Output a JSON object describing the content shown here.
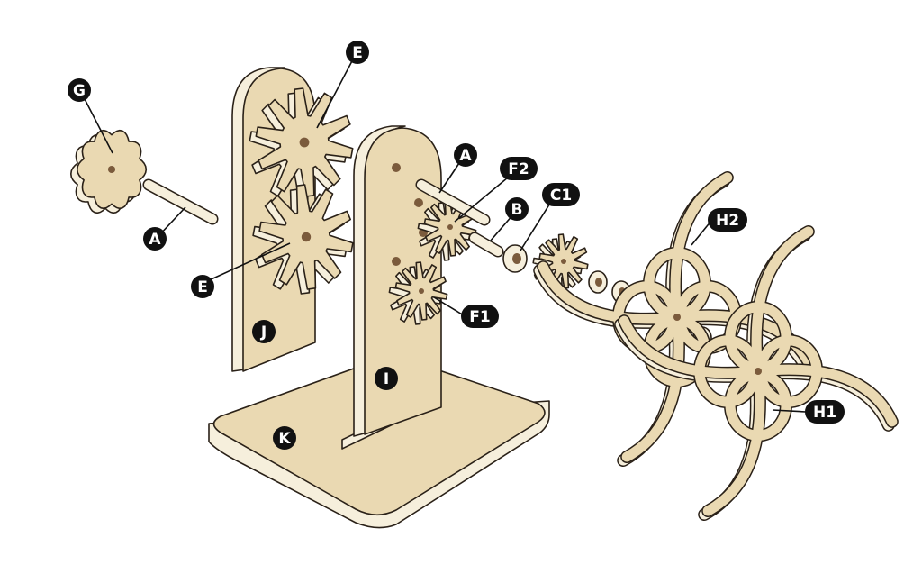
{
  "title": "Exploded assembly diagram",
  "colors": {
    "face": "#ead9b2",
    "edge": "#f6efdc",
    "hole": "#7b5b3c",
    "label": "#111111"
  },
  "labels": {
    "G": "G",
    "A_left": "A",
    "E_top": "E",
    "E_bottom": "E",
    "J": "J",
    "A_right": "A",
    "F2": "F2",
    "B": "B",
    "C1": "C1",
    "F1": "F1",
    "I": "I",
    "K": "K",
    "H2": "H2",
    "H1": "H1"
  }
}
